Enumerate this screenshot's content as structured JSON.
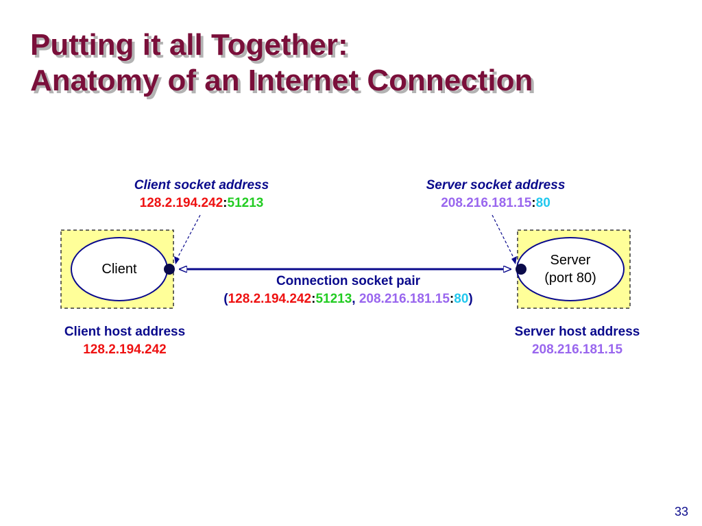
{
  "title": {
    "line1": "Putting it all Together:",
    "line2": "Anatomy of an Internet Connection"
  },
  "client_socket": {
    "label": "Client socket address",
    "ip": "128.2.194.242",
    "sep": ":",
    "port": "51213"
  },
  "server_socket": {
    "label": "Server socket address",
    "ip": "208.216.181.15",
    "sep": ":",
    "port": "80"
  },
  "client_node": {
    "label": "Client"
  },
  "server_node": {
    "line1": "Server",
    "line2": "(port 80)"
  },
  "connection": {
    "label": "Connection socket pair",
    "open": "(",
    "client_ip": "128.2.194.242",
    "sep1": ":",
    "client_port": "51213",
    "comma": ", ",
    "server_ip": "208.216.181.15",
    "sep2": ":",
    "server_port": "80",
    "close": ")"
  },
  "client_host": {
    "label": "Client host address",
    "ip": "128.2.194.242"
  },
  "server_host": {
    "label": "Server host address",
    "ip": "208.216.181.15"
  },
  "page_number": "33",
  "colors": {
    "title": "#7a0f3a",
    "label": "#0a0a8c",
    "host_box_fill": "#ffff99",
    "client_ip": "#ee1111",
    "client_port": "#22cc22",
    "server_ip": "#9966ee",
    "server_port": "#22c8ee"
  }
}
